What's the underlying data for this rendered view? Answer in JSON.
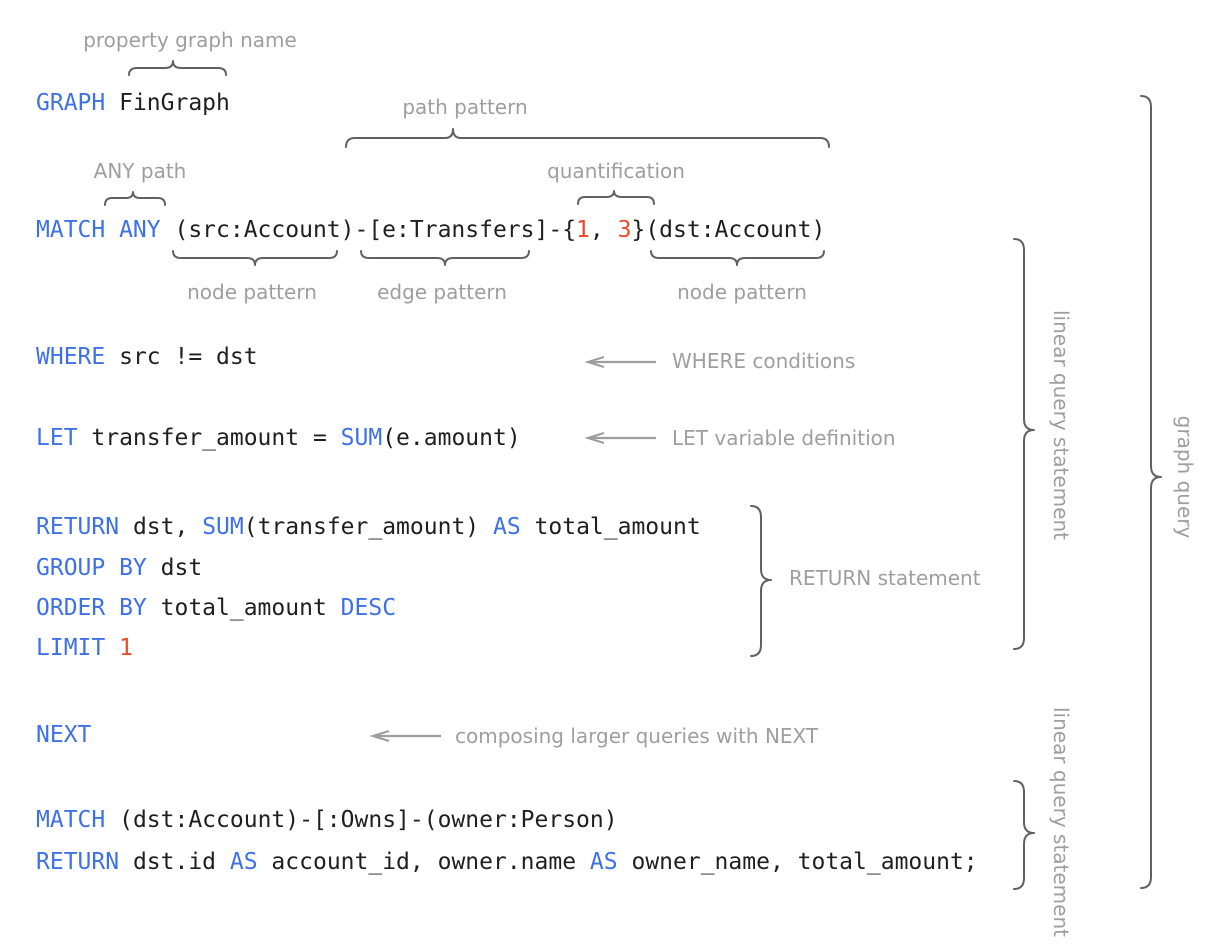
{
  "colors": {
    "keyword_blue": "#3E71E8",
    "literal_orange": "#EA4B29",
    "code_black": "#1F1F1F",
    "annotation_gray": "#9E9E9E",
    "brace_gray": "#616161",
    "background": "#FFFFFF"
  },
  "code": {
    "lines": [
      {
        "name": "graph-declaration",
        "tokens": [
          {
            "text": "GRAPH",
            "style": "keyword"
          },
          {
            "text": " FinGraph",
            "style": "plain"
          }
        ]
      },
      {
        "name": "match-any",
        "tokens": [
          {
            "text": "MATCH ANY",
            "style": "keyword"
          },
          {
            "text": " (src:Account)-[e:Transfers]-{",
            "style": "plain"
          },
          {
            "text": "1",
            "style": "literal"
          },
          {
            "text": ", ",
            "style": "plain"
          },
          {
            "text": "3",
            "style": "literal"
          },
          {
            "text": "}(dst:Account)",
            "style": "plain"
          }
        ]
      },
      {
        "name": "where-clause",
        "tokens": [
          {
            "text": "WHERE",
            "style": "keyword"
          },
          {
            "text": " src != dst",
            "style": "plain"
          }
        ]
      },
      {
        "name": "let-clause",
        "tokens": [
          {
            "text": "LET",
            "style": "keyword"
          },
          {
            "text": " transfer_amount = ",
            "style": "plain"
          },
          {
            "text": "SUM",
            "style": "keyword"
          },
          {
            "text": "(e.amount)",
            "style": "plain"
          }
        ]
      },
      {
        "name": "return-clause-1",
        "tokens": [
          {
            "text": "RETURN",
            "style": "keyword"
          },
          {
            "text": " dst, ",
            "style": "plain"
          },
          {
            "text": "SUM",
            "style": "keyword"
          },
          {
            "text": "(transfer_amount) ",
            "style": "plain"
          },
          {
            "text": "AS",
            "style": "keyword"
          },
          {
            "text": " total_amount",
            "style": "plain"
          }
        ]
      },
      {
        "name": "group-by-clause",
        "tokens": [
          {
            "text": "GROUP BY",
            "style": "keyword"
          },
          {
            "text": " dst",
            "style": "plain"
          }
        ]
      },
      {
        "name": "order-by-clause",
        "tokens": [
          {
            "text": "ORDER BY",
            "style": "keyword"
          },
          {
            "text": " total_amount ",
            "style": "plain"
          },
          {
            "text": "DESC",
            "style": "keyword"
          }
        ]
      },
      {
        "name": "limit-clause",
        "tokens": [
          {
            "text": "LIMIT",
            "style": "keyword"
          },
          {
            "text": " ",
            "style": "plain"
          },
          {
            "text": "1",
            "style": "literal"
          }
        ]
      },
      {
        "name": "next-clause",
        "tokens": [
          {
            "text": "NEXT",
            "style": "keyword"
          }
        ]
      },
      {
        "name": "match-clause-2",
        "tokens": [
          {
            "text": "MATCH",
            "style": "keyword"
          },
          {
            "text": " (dst:Account)-[:Owns]-(owner:Person)",
            "style": "plain"
          }
        ]
      },
      {
        "name": "return-clause-2",
        "tokens": [
          {
            "text": "RETURN",
            "style": "keyword"
          },
          {
            "text": " dst.id ",
            "style": "plain"
          },
          {
            "text": "AS",
            "style": "keyword"
          },
          {
            "text": " account_id, owner.name ",
            "style": "plain"
          },
          {
            "text": "AS",
            "style": "keyword"
          },
          {
            "text": " owner_name, total_amount;",
            "style": "plain"
          }
        ]
      }
    ]
  },
  "labels": {
    "property_graph_name": "property graph name",
    "path_pattern": "path pattern",
    "any_path": "ANY path",
    "quantification": "quantification",
    "node_pattern_src": "node pattern",
    "edge_pattern": "edge pattern",
    "node_pattern_dst": "node pattern",
    "where_conditions": "WHERE conditions",
    "let_definition": "LET variable definition",
    "return_statement": "RETURN statement",
    "next_composition": "composing larger queries with NEXT",
    "linear_query_statement_first": "linear query statement",
    "graph_query": "graph query",
    "linear_query_statement_second": "linear query statement"
  }
}
